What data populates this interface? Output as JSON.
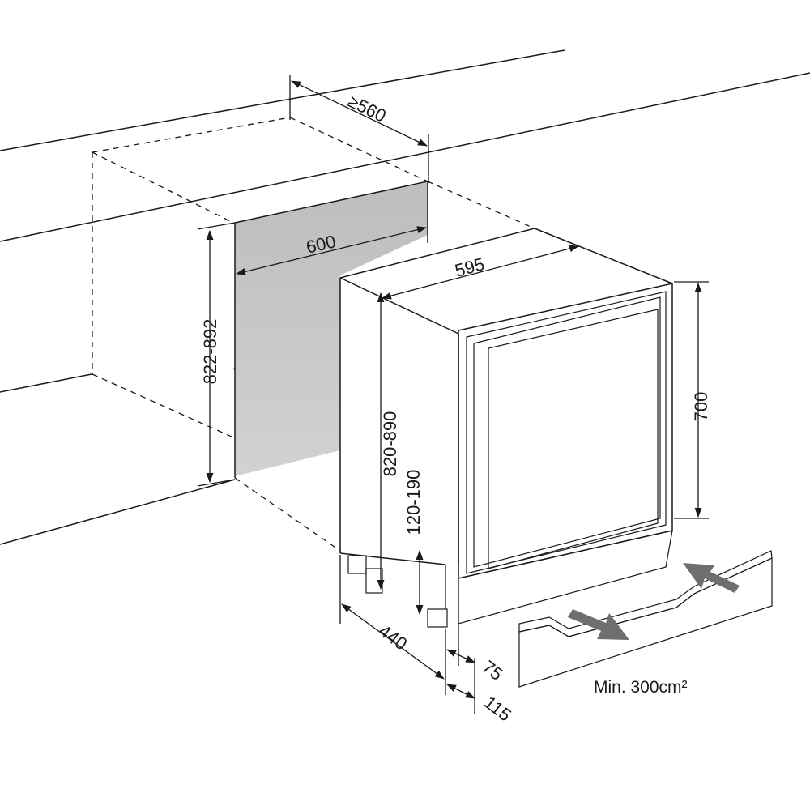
{
  "dimensions": {
    "niche_depth": "≥560",
    "niche_width": "600",
    "niche_height": "822-892",
    "unit_width": "595",
    "unit_height": "820-890",
    "door_height": "700",
    "plinth_height": "120-190",
    "base_depth": "440",
    "plinth_offset_a": "75",
    "plinth_offset_b": "115"
  },
  "ventilation": {
    "note": "Min. 300cm²"
  },
  "colors": {
    "line": "#1a1a1a",
    "niche_fill": "#c8c8c8",
    "grille_fill": "#b4b4b4",
    "glass_fill": "#dcdcdc",
    "arrow": "#6e6e6e"
  }
}
